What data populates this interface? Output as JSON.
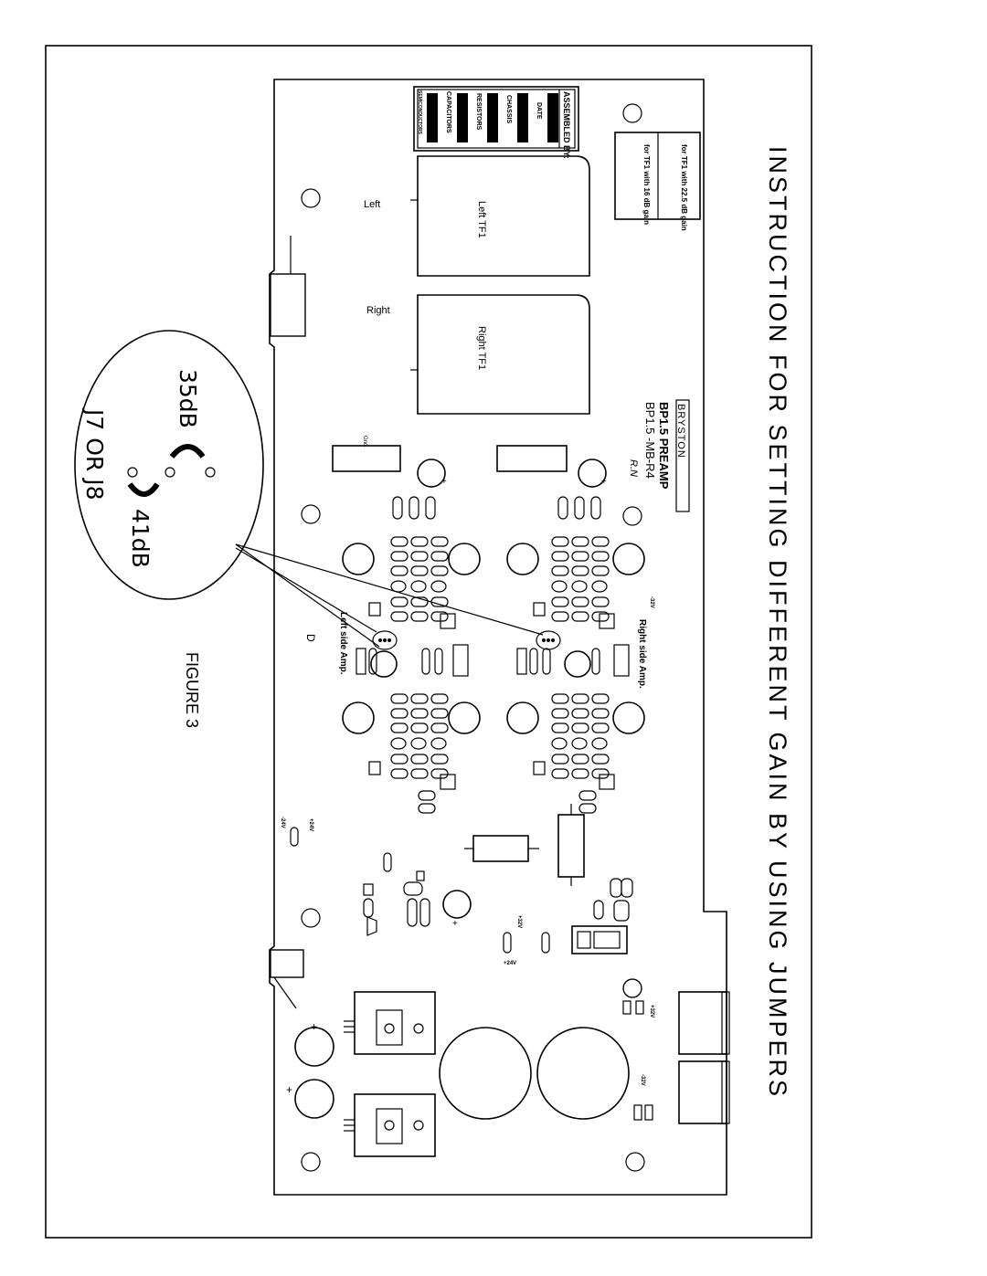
{
  "title": "INSTRUCTION FOR SETTING DIFFERENT GAIN BY USING JUMPERS",
  "figure_label": "FIGURE 3",
  "assembled_box": {
    "heading": "ASSEMBLED BY:",
    "rows": [
      "DATE",
      "CHASSIS",
      "RESISTORS",
      "CAPACITORS",
      "SEMICONDUCTORS"
    ]
  },
  "tf_note": {
    "line1": "for TF1 with 22.5 dB gain",
    "line2": "for TF1 with 16 dB gain"
  },
  "transformers": {
    "left_label": "Left",
    "right_label": "Right",
    "left_tf": "Left TF1",
    "right_tf": "Right TF1"
  },
  "board": {
    "brand": "BRYSTON",
    "model": "BP1.5 PREAMP",
    "part": "BP1.5 -MB-R4",
    "initials": "R.N",
    "right_amp": "Right side Amp.",
    "left_amp": "Left side Amp.",
    "marker_d": "D",
    "gnd": "Gnd.",
    "plus": "+"
  },
  "callout": {
    "gain_low": "35dB",
    "gain_high": "41dB",
    "jumpers": "J7 OR J8"
  },
  "rails": {
    "pos24": "+24V",
    "neg24": "-24V",
    "pos32": "+32V",
    "neg32": "-32V"
  }
}
